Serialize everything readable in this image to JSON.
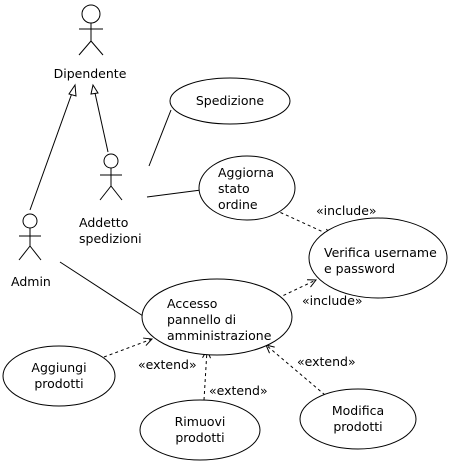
{
  "actors": {
    "dipendente": "Dipendente",
    "addetto": [
      "Addetto",
      "spedizioni"
    ],
    "admin": "Admin"
  },
  "use_cases": {
    "spedizione": [
      "Spedizione"
    ],
    "aggiorna": [
      "Aggiorna",
      "stato",
      "ordine"
    ],
    "verifica": [
      "Verifica username",
      "e password"
    ],
    "accesso": [
      "Accesso",
      "pannello di",
      "amministrazione"
    ],
    "aggiungi": [
      "Aggiungi",
      "prodotti"
    ],
    "rimuovi": [
      "Rimuovi",
      "prodotti"
    ],
    "modifica": [
      "Modifica",
      "prodotti"
    ]
  },
  "stereotypes": {
    "include_1": "«include»",
    "include_2": "«include»",
    "extend_aggiungi": "«extend»",
    "extend_rimuovi": "«extend»",
    "extend_modifica": "«extend»"
  },
  "colors": {
    "line": "#000000",
    "fill": "#ffffff"
  }
}
